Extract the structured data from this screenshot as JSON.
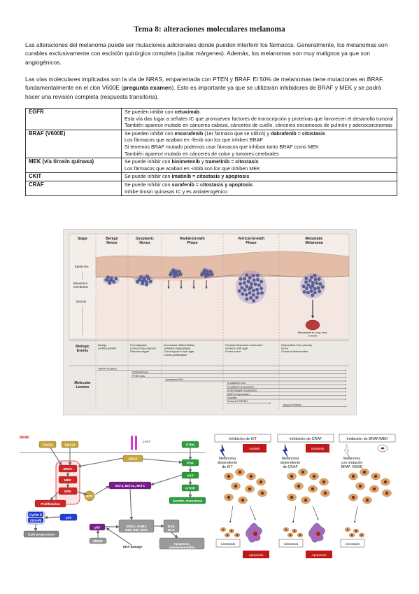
{
  "title": "Tema 8: alteraciones moleculares melanoma",
  "paragraph1": [
    {
      "t": "Las alteraciones del melanoma puede ser mutaciones adicionales donde pueden interferir los fármacos. Generalmente, los melanomas son curables exclusivamente con escisión quirúrgica completa (quitar márgenes). Además, los melanomas son muy malignos ya que son angiogénicos.",
      "b": false
    }
  ],
  "paragraph2": [
    {
      "t": "Las vías moleculares implicadas son la vía de NRAS, emparentada con PTEN y BRAF. El 50% de melanomas tiene mutaciones en BRAF, fundamentalmente en el clon V600E (",
      "b": false
    },
    {
      "t": "pregunta examen",
      "b": true
    },
    {
      "t": "). Esto es importante ya que se utilizarán inhibidores de BRAF y MEK y se podrá hacer una revisión completa (respuesta transitoria).",
      "b": false
    }
  ],
  "table": [
    {
      "target": "EGFR",
      "lines": [
        [
          {
            "t": "Se pueden inhibir con ",
            "b": false
          },
          {
            "t": "cetuximab",
            "b": true
          },
          {
            "t": ".",
            "b": false
          }
        ],
        [
          {
            "t": "Esta vía das lugar a señales IC que promueven factores de transcripción y proteínas que favorecen el desarrollo tumoral",
            "b": false
          }
        ],
        [
          {
            "t": "También aparece mutado en cánceres cabeza, cánceres de cuello, cánceres escamosos de pulmón y adenocarcinomas",
            "b": false
          }
        ]
      ]
    },
    {
      "target": "BRAF (V600E)",
      "lines": [
        [
          {
            "t": "Se pueden inhibir con ",
            "b": false
          },
          {
            "t": "encorafenib",
            "b": true
          },
          {
            "t": " (1er fármaco que se utilizó) y ",
            "b": false
          },
          {
            "t": "dabrafenib = citostasis",
            "b": true
          }
        ],
        [
          {
            "t": "Los fármacos que acaban en -fenib son los que inhiben BRAF",
            "b": false
          }
        ],
        [
          {
            "t": "Si tenemos BRAF mutado podemos usar fármacos que inhiban tanto BRAF como MEK",
            "b": false
          }
        ],
        [
          {
            "t": "También aparece mutado en cánceres de colon y tumores cerebrales",
            "b": false
          }
        ]
      ]
    },
    {
      "target": "MEK (vía tirosin quinasa)",
      "lines": [
        [
          {
            "t": "Se puede inhibir con ",
            "b": false
          },
          {
            "t": "binimetenib",
            "b": true
          },
          {
            "t": " y ",
            "b": false
          },
          {
            "t": "trametinib = citostasis",
            "b": true
          }
        ],
        [
          {
            "t": "Los fármacos que acaban en -inbib son los que inhiben MEK",
            "b": false
          }
        ]
      ]
    },
    {
      "target": "CKIT",
      "lines": [
        [
          {
            "t": "Se puede inhibir con ",
            "b": false
          },
          {
            "t": "imatinib = citostasis y apoptosis",
            "b": true
          }
        ]
      ]
    },
    {
      "target": "CRAF",
      "lines": [
        [
          {
            "t": "Se puede inhibir con ",
            "b": false
          },
          {
            "t": "sorafenib = citostasis y apoptosis",
            "b": true
          }
        ],
        [
          {
            "t": "Inhibe tirosin quinasas IC y es antiaterogénico",
            "b": false
          }
        ]
      ]
    }
  ],
  "figure_progression": {
    "stages": [
      "Stage",
      "Benign\nNevus",
      "Dysplastic\nNevus",
      "Radial-Growth\nPhase",
      "Vertical-Growth\nPhase",
      "Metastatic\nMelanoma"
    ],
    "layers": [
      "Epidermis",
      "Basement\nmembrane",
      "Dermis"
    ],
    "metastasis_label": "Metastasis to lung, liver,\nor brain",
    "biologic_header": "Biologic\nEvents",
    "biologic_events": [
      "Benign\nLimited growth",
      "Premalignant\nLesions may regress\nRandom atypia",
      "Decreased differentiation\nUnlimited hyperplasia\nCannot grow in soft agar\nClonal proliferation",
      "Crosses basement membrane\nGrows in soft agar\nForms tumor",
      "Dissociates from primary\ntumor\nGrows at distant sites"
    ],
    "molecular_header": "Molecular\nLesions",
    "molecular_lesions": [
      "BRAF mutation",
      "CDKN2A loss",
      "PTEN loss",
      "Increased CD1",
      "E-cadherin loss",
      "N-cadherin expression",
      "αVβ3 integrin expression",
      "MMP-2 expression",
      "Survivin",
      "Reduced TRPM1",
      "Absent TRPM1"
    ]
  },
  "figure_pathway": {
    "corner_label": "BRAF",
    "nodes": {
      "gnaq": "GNAQ",
      "gna11": "GNA11",
      "ckit": "c-KIT",
      "nras": "NRAS",
      "braf": "BRAF",
      "mek": "MEK",
      "erk": "ERK",
      "mitf": "MITF",
      "bcl": "Bcl-2, Bcl-xL, Mcl-1",
      "pten": "PTEN",
      "pi3k": "PI3K",
      "akt": "AKT",
      "mtor": "mTOR",
      "proliferation": "Proliferation",
      "growth": "Growth, metastasis",
      "cyclin": "Cyclin D",
      "cdk": "CDK4/6",
      "p16": "p16",
      "g1s": "G1/S progression",
      "p53": "p53",
      "noxa": "NOXA, PUMA\nBIM, BID, BAD",
      "bak": "BAK\nBAX",
      "mdm2": "MDM2",
      "apoptosis": "Apoptosis,\nchemosensibility",
      "dna": "DNA damage"
    }
  },
  "figure_inhibition": {
    "panels": [
      {
        "header": "Inhibición de KIT",
        "drug": "Imatinib",
        "label": "Melanoma\ndependiente\nde KIT",
        "results": [
          "Citostasis",
          "Apoptosis"
        ]
      },
      {
        "header": "Inhibición de CRAF",
        "drug": "Sorafenib",
        "label": "Melanoma\ndependiente\nde CRAF",
        "results": [
          "Citostasis",
          "Apoptosis"
        ]
      },
      {
        "header": "Inhibición de BRAF/MEK",
        "drug": "",
        "label": "Melanoma\ncon mutación\nBRAF V600E",
        "results": [
          "Citostasis"
        ]
      }
    ]
  },
  "colors": {
    "text": "#1a1a1a",
    "pathway_red": "#d42525",
    "pathway_green": "#2a9d3c",
    "pathway_purple": "#7a1d8c",
    "pathway_blue": "#1f3fd8",
    "pathway_gold": "#c9a437",
    "drug_red": "#c01818",
    "cell_tan": "#d9a86b"
  }
}
